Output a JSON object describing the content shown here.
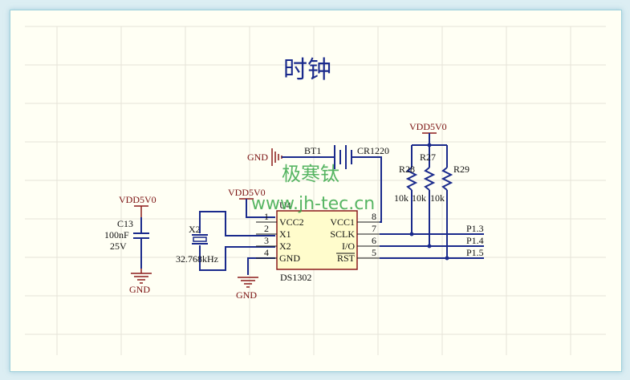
{
  "title": "时钟",
  "watermark": {
    "line1": "极寒钛",
    "line2": "www.jh-tec.cn"
  },
  "colors": {
    "wire": "#1a2a8c",
    "power": "#8b1a1a",
    "chip_fill": "#fffccc",
    "watermark": "#3aa94a"
  },
  "chip": {
    "ref": "U4",
    "part": "DS1302",
    "left_pins": [
      {
        "num": "1",
        "name": "VCC2"
      },
      {
        "num": "2",
        "name": "X1"
      },
      {
        "num": "3",
        "name": "X2"
      },
      {
        "num": "4",
        "name": "GND"
      }
    ],
    "right_pins": [
      {
        "num": "8",
        "name": "VCC1"
      },
      {
        "num": "7",
        "name": "SCLK"
      },
      {
        "num": "6",
        "name": "I/O"
      },
      {
        "num": "5",
        "name": "RST"
      }
    ]
  },
  "battery": {
    "ref": "BT1",
    "value": "CR1220",
    "gnd": "GND"
  },
  "capacitor": {
    "supply": "VDD5V0",
    "ref": "C13",
    "value": "100nF",
    "voltage": "25V",
    "gnd": "GND"
  },
  "crystal": {
    "ref": "X2",
    "value": "32.768kHz"
  },
  "chip_supply": "VDD5V0",
  "chip_gnd": "GND",
  "resistors": {
    "supply": "VDD5V0",
    "items": [
      {
        "ref": "R28",
        "value": "10k"
      },
      {
        "ref": "R27",
        "value": "10k"
      },
      {
        "ref": "R29",
        "value": "10k"
      }
    ]
  },
  "nets": [
    "P1.3",
    "P1.4",
    "P1.5"
  ]
}
